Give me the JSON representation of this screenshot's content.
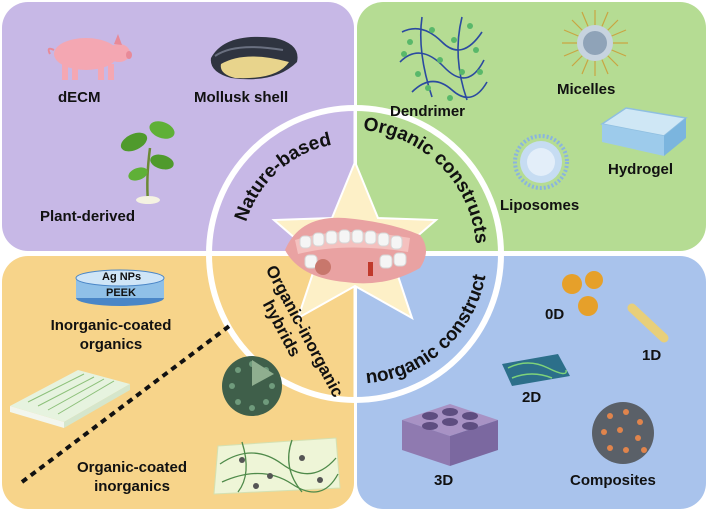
{
  "colors": {
    "nature_bg": "#c7b8e6",
    "organic_bg": "#b5dc93",
    "hybrid_bg": "#f7d48a",
    "inorganic_bg": "#a9c3ec",
    "center_star": "#fdf0c7"
  },
  "quadrants": {
    "nature_based": {
      "title": "Nature-based",
      "items": [
        "dECM",
        "Mollusk shell",
        "Plant-derived"
      ]
    },
    "organic_constructs": {
      "title": "Organic constructs",
      "items": [
        "Dendrimer",
        "Micelles",
        "Hydrogel",
        "Liposomes"
      ]
    },
    "organic_inorganic_hybrids": {
      "title": "Organic-inorganic hybrids",
      "title_line1": "Organic-inorganic",
      "title_line2": "hybrids",
      "items": [
        "Inorganic-coated organics",
        "Organic-coated inorganics"
      ],
      "inorganic_coated_line1": "Inorganic-coated",
      "inorganic_coated_line2": "organics",
      "organic_coated_line1": "Organic-coated",
      "organic_coated_line2": "inorganics",
      "disc_top_label": "Ag NPs",
      "disc_bottom_label": "PEEK"
    },
    "inorganic_constructs": {
      "title": "Inorganic constructs",
      "items": [
        "0D",
        "1D",
        "2D",
        "3D",
        "Composites"
      ]
    }
  },
  "icons": [
    "pig-icon",
    "mussel-shell-icon",
    "plant-icon",
    "dendrimer-icon",
    "micelle-icon",
    "hydrogel-icon",
    "liposome-icon",
    "nanoparticles-icon",
    "nanorod-icon",
    "nanosheet-icon",
    "porous-scaffold-icon",
    "composite-sphere-icon",
    "coated-sheet-icon",
    "coated-sphere-icon",
    "fiber-network-icon",
    "teeth-model-icon"
  ]
}
